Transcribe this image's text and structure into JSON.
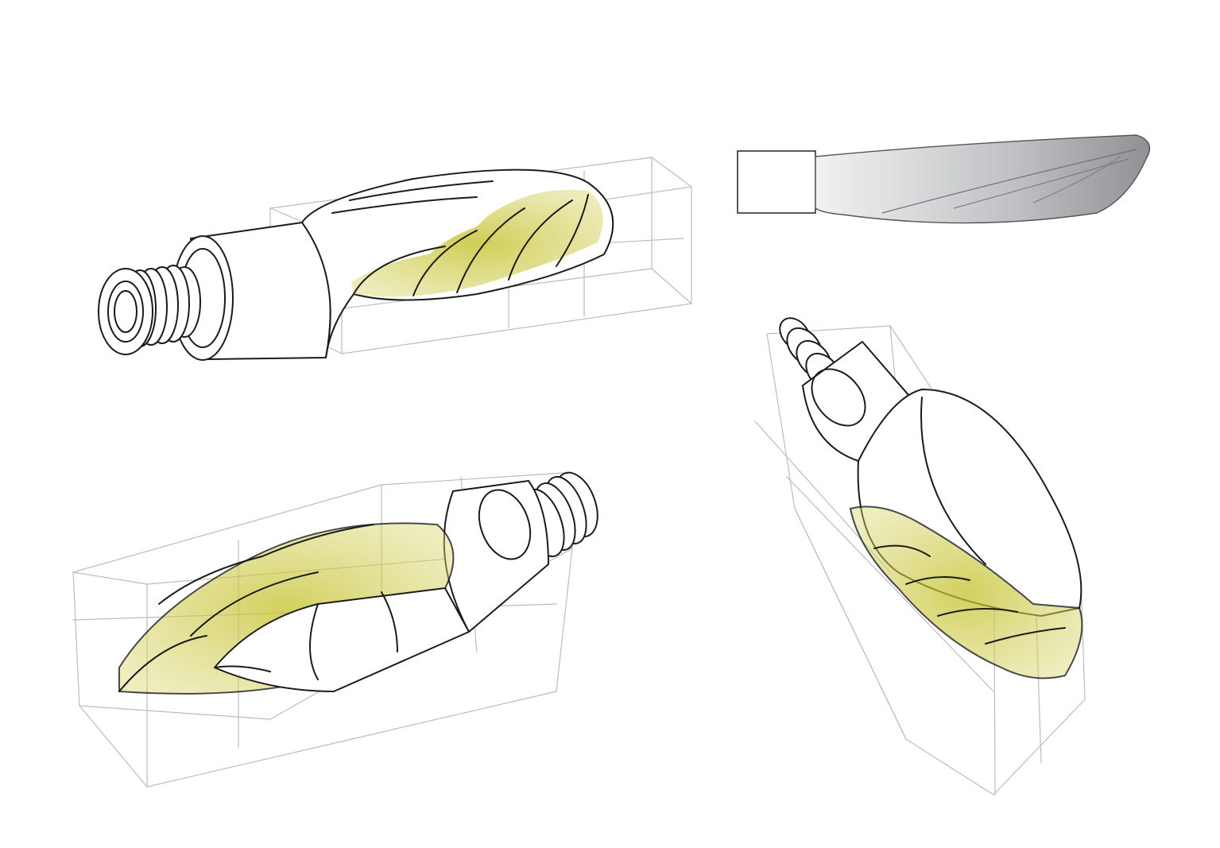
{
  "sketch": {
    "colors": {
      "paper": "#ffffff",
      "ink": "#1b1b1b",
      "pencil": "#b9bcc2",
      "highlight": "#c8c62a",
      "highlight_soft": "#e2e08e",
      "graphite": "#8d8f93"
    },
    "drawings": [
      {
        "id": "view-top-left",
        "subject": "threaded-handle-with-spiral-blade"
      },
      {
        "id": "view-top-right",
        "subject": "side-profile-blade"
      },
      {
        "id": "view-bottom-left",
        "subject": "threaded-handle-with-twisted-point"
      },
      {
        "id": "view-bottom-right",
        "subject": "threaded-handle-diagonal-view"
      }
    ]
  }
}
